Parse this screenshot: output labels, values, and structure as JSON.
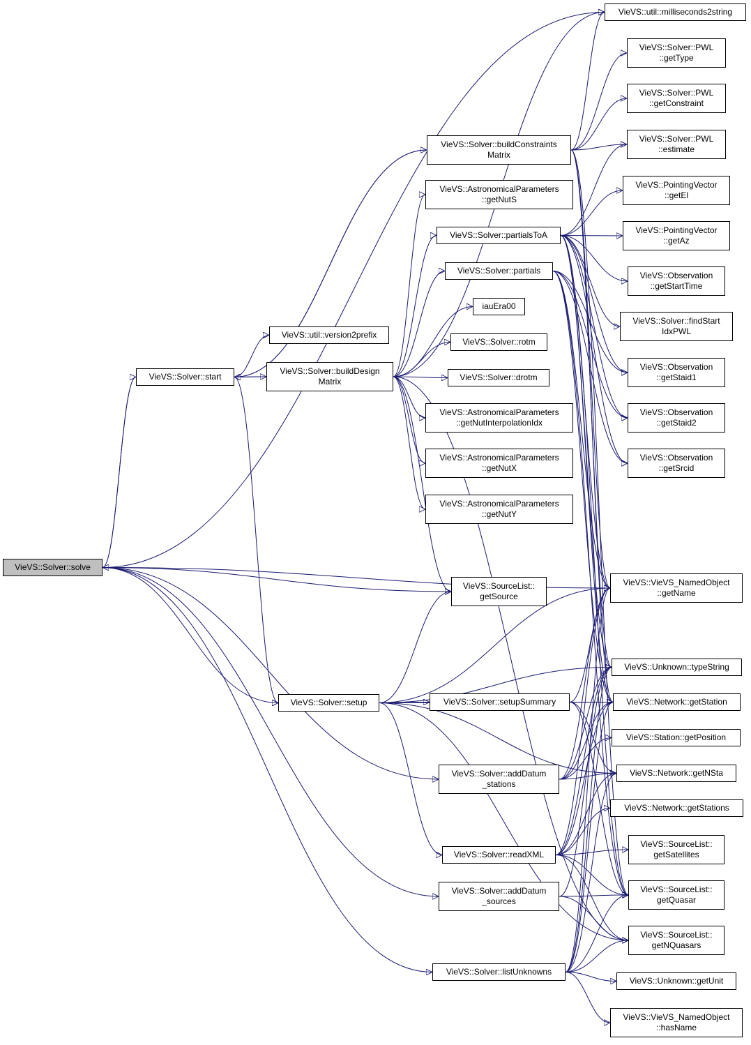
{
  "graph": {
    "edge_color": "#191970",
    "root_fill": "#bfbfbf",
    "nodes": {
      "solve": {
        "lines": [
          "VieVS::Solver::solve"
        ]
      },
      "start": {
        "lines": [
          "VieVS::Solver::start"
        ]
      },
      "version2prefix": {
        "lines": [
          "VieVS::util::version2prefix"
        ]
      },
      "buildDesignMatrix": {
        "lines": [
          "VieVS::Solver::buildDesign",
          "Matrix"
        ]
      },
      "buildConstraintsMatrix": {
        "lines": [
          "VieVS::Solver::buildConstraints",
          "Matrix"
        ]
      },
      "getNutS": {
        "lines": [
          "VieVS::AstronomicalParameters",
          "::getNutS"
        ]
      },
      "partialsToA": {
        "lines": [
          "VieVS::Solver::partialsToA"
        ]
      },
      "partials": {
        "lines": [
          "VieVS::Solver::partials"
        ]
      },
      "iauEra00": {
        "lines": [
          "iauEra00"
        ]
      },
      "rotm": {
        "lines": [
          "VieVS::Solver::rotm"
        ]
      },
      "drotm": {
        "lines": [
          "VieVS::Solver::drotm"
        ]
      },
      "getNutInterpolationIdx": {
        "lines": [
          "VieVS::AstronomicalParameters",
          "::getNutInterpolationIdx"
        ]
      },
      "getNutX": {
        "lines": [
          "VieVS::AstronomicalParameters",
          "::getNutX"
        ]
      },
      "getNutY": {
        "lines": [
          "VieVS::AstronomicalParameters",
          "::getNutY"
        ]
      },
      "getSource": {
        "lines": [
          "VieVS::SourceList::",
          "getSource"
        ]
      },
      "setup": {
        "lines": [
          "VieVS::Solver::setup"
        ]
      },
      "setupSummary": {
        "lines": [
          "VieVS::Solver::setupSummary"
        ]
      },
      "addDatumStations": {
        "lines": [
          "VieVS::Solver::addDatum",
          "_stations"
        ]
      },
      "readXML": {
        "lines": [
          "VieVS::Solver::readXML"
        ]
      },
      "addDatumSources": {
        "lines": [
          "VieVS::Solver::addDatum",
          "_sources"
        ]
      },
      "listUnknowns": {
        "lines": [
          "VieVS::Solver::listUnknowns"
        ]
      },
      "milliseconds2string": {
        "lines": [
          "VieVS::util::milliseconds2string"
        ]
      },
      "getType": {
        "lines": [
          "VieVS::Solver::PWL",
          "::getType"
        ]
      },
      "getConstraint": {
        "lines": [
          "VieVS::Solver::PWL",
          "::getConstraint"
        ]
      },
      "estimate": {
        "lines": [
          "VieVS::Solver::PWL",
          "::estimate"
        ]
      },
      "getEl": {
        "lines": [
          "VieVS::PointingVector",
          "::getEl"
        ]
      },
      "getAz": {
        "lines": [
          "VieVS::PointingVector",
          "::getAz"
        ]
      },
      "getStartTime": {
        "lines": [
          "VieVS::Observation",
          "::getStartTime"
        ]
      },
      "findStartIdxPWL": {
        "lines": [
          "VieVS::Solver::findStart",
          "IdxPWL"
        ]
      },
      "getStaid1": {
        "lines": [
          "VieVS::Observation",
          "::getStaid1"
        ]
      },
      "getStaid2": {
        "lines": [
          "VieVS::Observation",
          "::getStaid2"
        ]
      },
      "getSrcid": {
        "lines": [
          "VieVS::Observation",
          "::getSrcid"
        ]
      },
      "getName": {
        "lines": [
          "VieVS::VieVS_NamedObject",
          "::getName"
        ]
      },
      "typeString": {
        "lines": [
          "VieVS::Unknown::typeString"
        ]
      },
      "getStation": {
        "lines": [
          "VieVS::Network::getStation"
        ]
      },
      "getPosition": {
        "lines": [
          "VieVS::Station::getPosition"
        ]
      },
      "getNSta": {
        "lines": [
          "VieVS::Network::getNSta"
        ]
      },
      "getStations": {
        "lines": [
          "VieVS::Network::getStations"
        ]
      },
      "getSatellites": {
        "lines": [
          "VieVS::SourceList::",
          "getSatellites"
        ]
      },
      "getQuasar": {
        "lines": [
          "VieVS::SourceList::",
          "getQuasar"
        ]
      },
      "getNQuasars": {
        "lines": [
          "VieVS::SourceList::",
          "getNQuasars"
        ]
      },
      "getUnit": {
        "lines": [
          "VieVS::Unknown::getUnit"
        ]
      },
      "hasName": {
        "lines": [
          "VieVS::VieVS_NamedObject",
          "::hasName"
        ]
      }
    },
    "edges": [
      [
        "solve",
        "start"
      ],
      [
        "start",
        "solve"
      ],
      [
        "solve",
        "milliseconds2string"
      ],
      [
        "solve",
        "getName"
      ],
      [
        "solve",
        "getSource"
      ],
      [
        "solve",
        "setup"
      ],
      [
        "solve",
        "addDatumStations"
      ],
      [
        "solve",
        "addDatumSources"
      ],
      [
        "solve",
        "listUnknowns"
      ],
      [
        "start",
        "version2prefix"
      ],
      [
        "start",
        "buildDesignMatrix"
      ],
      [
        "buildDesignMatrix",
        "start"
      ],
      [
        "start",
        "buildConstraintsMatrix"
      ],
      [
        "buildConstraintsMatrix",
        "start"
      ],
      [
        "start",
        "setup"
      ],
      [
        "buildDesignMatrix",
        "milliseconds2string"
      ],
      [
        "buildDesignMatrix",
        "getNutS"
      ],
      [
        "buildDesignMatrix",
        "partialsToA"
      ],
      [
        "buildDesignMatrix",
        "partials"
      ],
      [
        "buildDesignMatrix",
        "iauEra00"
      ],
      [
        "buildDesignMatrix",
        "rotm"
      ],
      [
        "buildDesignMatrix",
        "drotm"
      ],
      [
        "buildDesignMatrix",
        "getNutInterpolationIdx"
      ],
      [
        "buildDesignMatrix",
        "getNutX"
      ],
      [
        "buildDesignMatrix",
        "getNutY"
      ],
      [
        "buildDesignMatrix",
        "getSource"
      ],
      [
        "buildDesignMatrix",
        "getNQuasars"
      ],
      [
        "buildConstraintsMatrix",
        "milliseconds2string"
      ],
      [
        "buildConstraintsMatrix",
        "getType"
      ],
      [
        "buildConstraintsMatrix",
        "getConstraint"
      ],
      [
        "buildConstraintsMatrix",
        "estimate"
      ],
      [
        "buildConstraintsMatrix",
        "getName"
      ],
      [
        "buildConstraintsMatrix",
        "typeString"
      ],
      [
        "buildConstraintsMatrix",
        "getStation"
      ],
      [
        "buildConstraintsMatrix",
        "getQuasar"
      ],
      [
        "partialsToA",
        "estimate"
      ],
      [
        "partialsToA",
        "getEl"
      ],
      [
        "partialsToA",
        "getAz"
      ],
      [
        "partialsToA",
        "getStartTime"
      ],
      [
        "partialsToA",
        "findStartIdxPWL"
      ],
      [
        "partialsToA",
        "getStaid1"
      ],
      [
        "partialsToA",
        "getStaid2"
      ],
      [
        "partialsToA",
        "getSrcid"
      ],
      [
        "partialsToA",
        "getName"
      ],
      [
        "partialsToA",
        "typeString"
      ],
      [
        "partialsToA",
        "getStation"
      ],
      [
        "partialsToA",
        "getQuasar"
      ],
      [
        "partials",
        "getStaid1"
      ],
      [
        "partials",
        "getStaid2"
      ],
      [
        "partials",
        "getSrcid"
      ],
      [
        "partials",
        "getName"
      ],
      [
        "partials",
        "getStation"
      ],
      [
        "partials",
        "getQuasar"
      ],
      [
        "setup",
        "setupSummary"
      ],
      [
        "setup",
        "typeString"
      ],
      [
        "setup",
        "getStation"
      ],
      [
        "setup",
        "getSource"
      ],
      [
        "setup",
        "getNSta"
      ],
      [
        "setup",
        "readXML"
      ],
      [
        "setup",
        "getNQuasars"
      ],
      [
        "setup",
        "getName"
      ],
      [
        "setupSummary",
        "getStation"
      ],
      [
        "setupSummary",
        "getName"
      ],
      [
        "setupSummary",
        "getNSta"
      ],
      [
        "setupSummary",
        "getQuasar"
      ],
      [
        "addDatumStations",
        "getNSta"
      ],
      [
        "addDatumStations",
        "getStation"
      ],
      [
        "addDatumStations",
        "typeString"
      ],
      [
        "addDatumStations",
        "getPosition"
      ],
      [
        "addDatumStations",
        "getName"
      ],
      [
        "readXML",
        "getSatellites"
      ],
      [
        "readXML",
        "getStations"
      ],
      [
        "readXML",
        "getNSta"
      ],
      [
        "readXML",
        "getStation"
      ],
      [
        "readXML",
        "getQuasar"
      ],
      [
        "readXML",
        "getNQuasars"
      ],
      [
        "readXML",
        "typeString"
      ],
      [
        "readXML",
        "getName"
      ],
      [
        "addDatumSources",
        "getQuasar"
      ],
      [
        "addDatumSources",
        "getNQuasars"
      ],
      [
        "addDatumSources",
        "typeString"
      ],
      [
        "listUnknowns",
        "getUnit"
      ],
      [
        "listUnknowns",
        "hasName"
      ],
      [
        "listUnknowns",
        "getNQuasars"
      ],
      [
        "listUnknowns",
        "getQuasar"
      ],
      [
        "listUnknowns",
        "typeString"
      ],
      [
        "listUnknowns",
        "getName"
      ],
      [
        "listUnknowns",
        "getStation"
      ],
      [
        "listUnknowns",
        "getNSta"
      ]
    ]
  }
}
